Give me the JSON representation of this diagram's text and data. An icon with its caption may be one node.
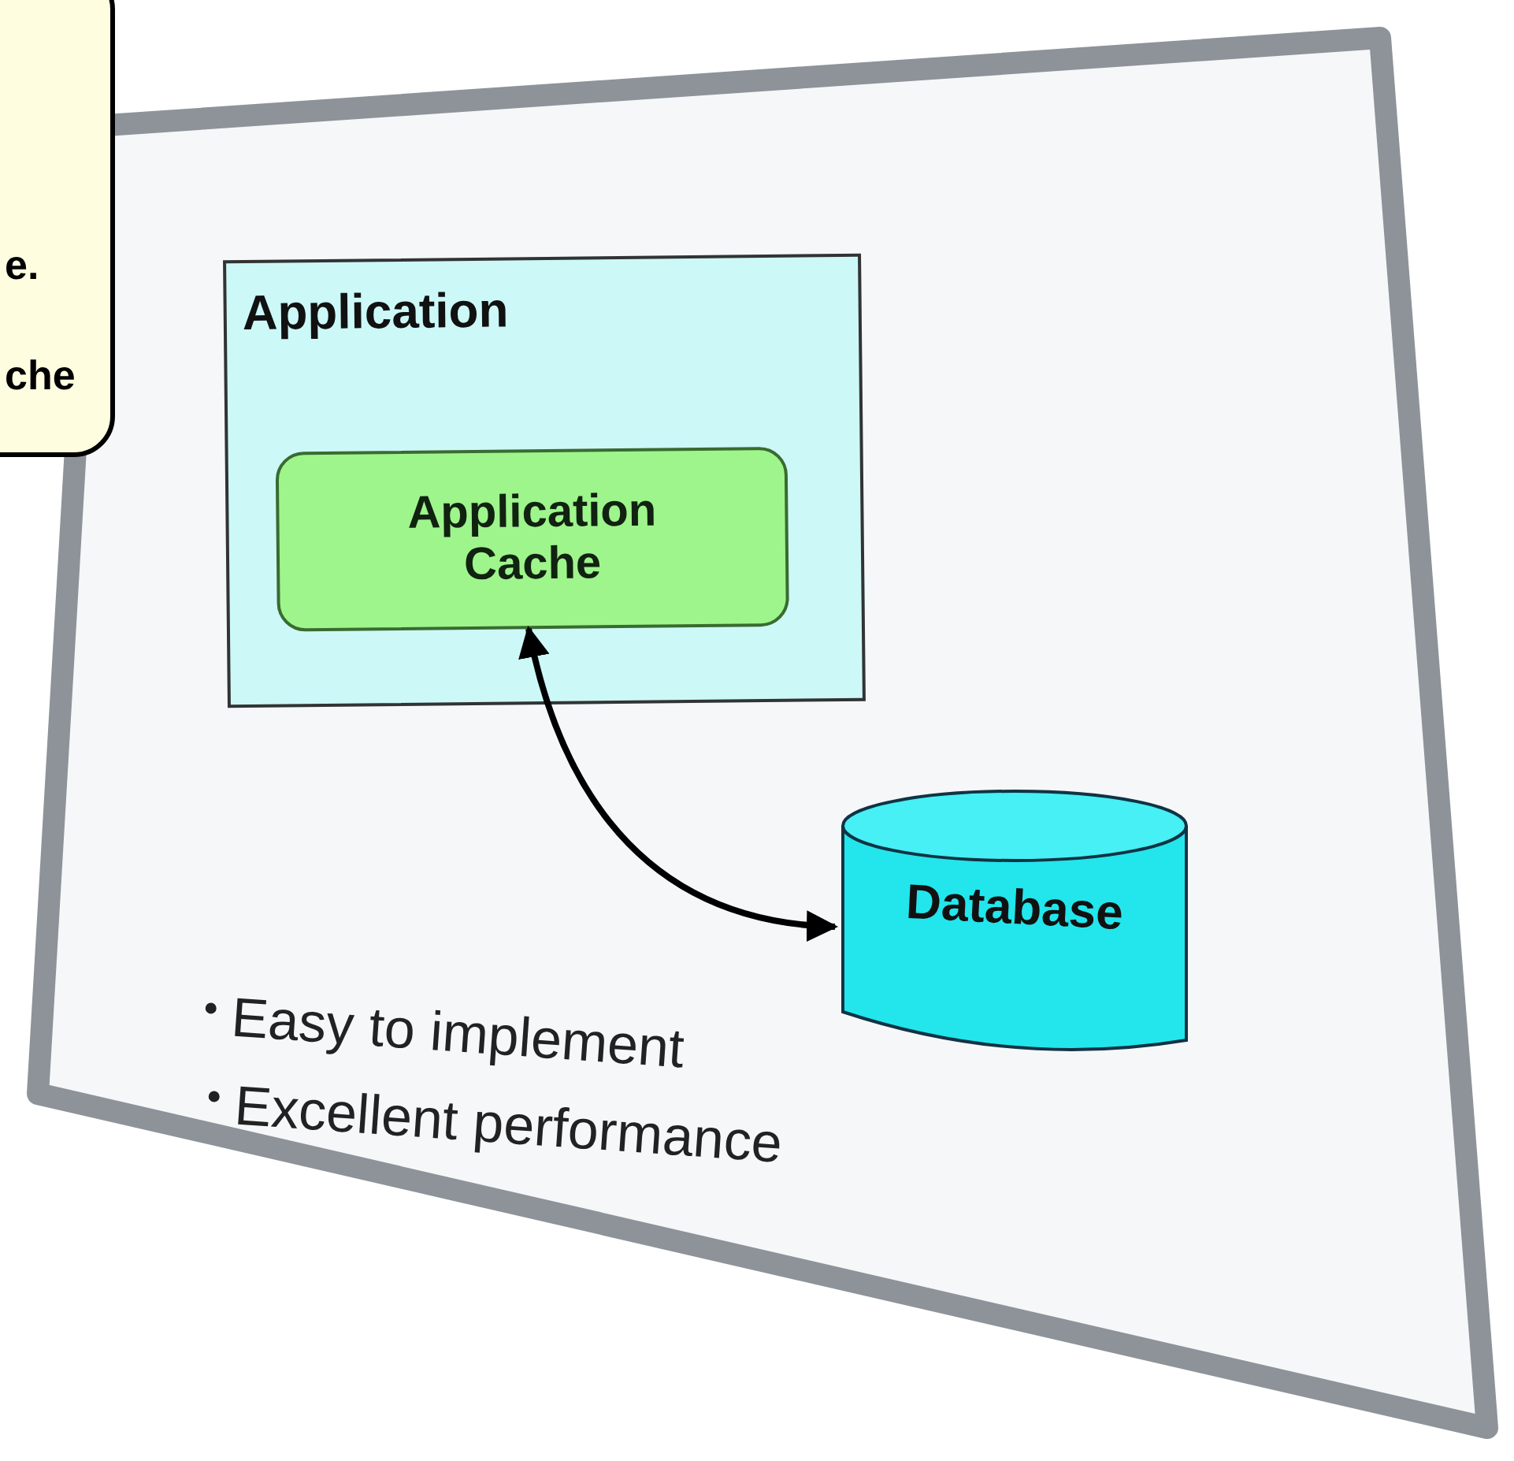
{
  "diagram": {
    "nodes": [
      {
        "text": [
          "e.",
          "che"
        ]
      },
      {
        "text": [
          "Application"
        ]
      },
      {
        "text": [
          "Application Cache"
        ],
        "in": 1
      },
      {
        "text": [
          "Database"
        ]
      }
    ],
    "edges": [
      {
        "from": 2,
        "to": 3,
        "arrow": "both"
      }
    ],
    "labels": [
      "Easy to implement",
      "Excellent performance"
    ]
  }
}
